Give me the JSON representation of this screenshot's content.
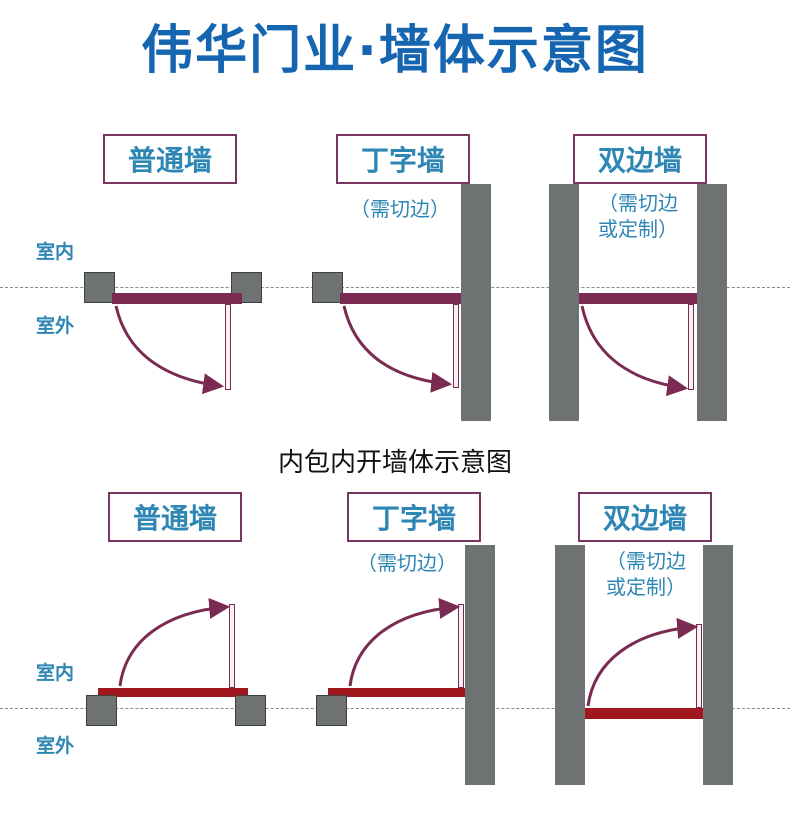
{
  "title": "伟华门业·墙体示意图",
  "subtitle": "内包内开墙体示意图",
  "labels": {
    "indoor": "室内",
    "outdoor": "室外"
  },
  "types": {
    "normal": "普通墙",
    "t_wall": "丁字墙",
    "double": "双边墙"
  },
  "notes": {
    "t_wall": "（需切边）",
    "double": "（需切边\n或定制）"
  },
  "colors": {
    "title": "#1565b0",
    "label_text": "#2e86b4",
    "box_border": "#7a3462",
    "wall": "#6f7272",
    "frame_top": "#7b2a52",
    "frame_bottom": "#a0181e"
  }
}
